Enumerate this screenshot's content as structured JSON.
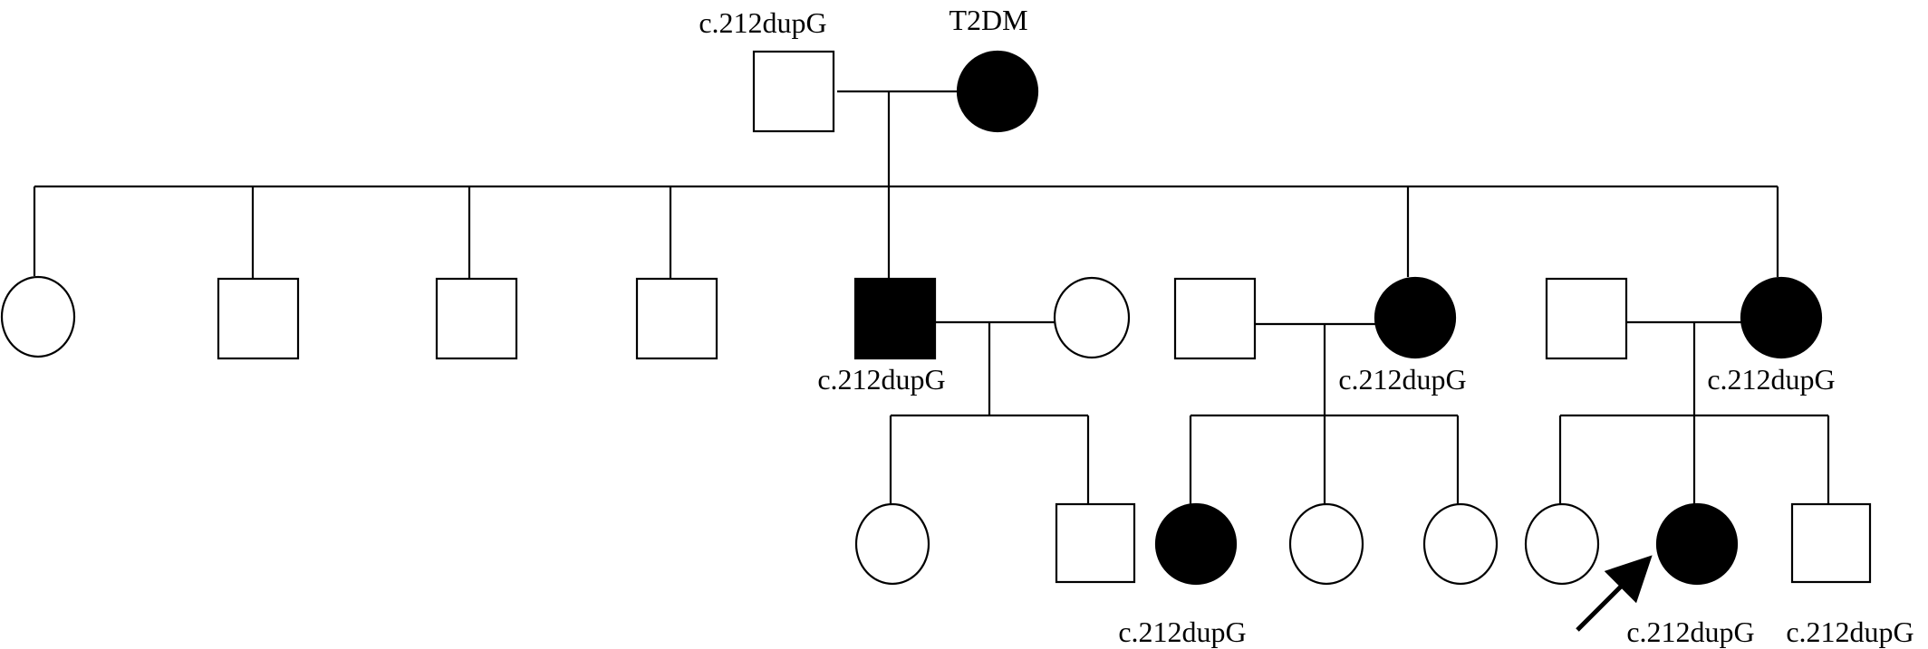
{
  "pedigree": {
    "generation1": {
      "father": {
        "sex": "male",
        "affected": false,
        "label": "c.212dupG"
      },
      "mother": {
        "sex": "female",
        "affected": true,
        "label": "T2DM"
      }
    },
    "generation2": [
      {
        "sex": "female",
        "affected": false,
        "label": ""
      },
      {
        "sex": "male",
        "affected": false,
        "label": ""
      },
      {
        "sex": "male",
        "affected": false,
        "label": ""
      },
      {
        "sex": "male",
        "affected": false,
        "label": ""
      },
      {
        "sex": "male",
        "affected": true,
        "label": "c.212dupG",
        "spouse": {
          "sex": "female",
          "affected": false
        }
      },
      {
        "sex": "female",
        "affected": true,
        "label": "c.212dupG",
        "spouse": {
          "sex": "male",
          "affected": false
        }
      },
      {
        "sex": "female",
        "affected": true,
        "label": "c.212dupG",
        "spouse": {
          "sex": "male",
          "affected": false
        }
      }
    ],
    "generation3": [
      {
        "sex": "female",
        "affected": false,
        "label": "",
        "family": 1
      },
      {
        "sex": "male",
        "affected": false,
        "label": "",
        "family": 1
      },
      {
        "sex": "female",
        "affected": true,
        "label": "c.212dupG",
        "family": 2
      },
      {
        "sex": "female",
        "affected": false,
        "label": "",
        "family": 2
      },
      {
        "sex": "female",
        "affected": false,
        "label": "",
        "family": 2
      },
      {
        "sex": "female",
        "affected": false,
        "label": "",
        "family": 3
      },
      {
        "sex": "female",
        "affected": true,
        "label": "c.212dupG",
        "family": 3,
        "proband": true
      },
      {
        "sex": "male",
        "affected": false,
        "label": "c.212dupG",
        "family": 3
      }
    ]
  }
}
